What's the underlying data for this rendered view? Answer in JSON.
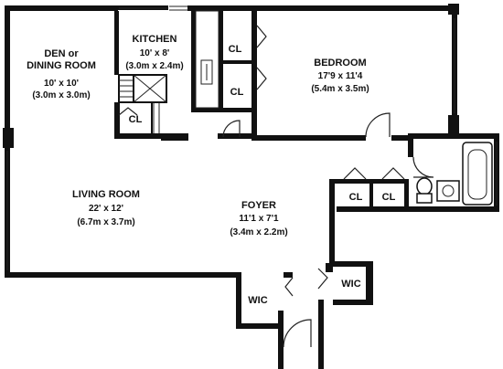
{
  "rooms": {
    "den": {
      "name_line1": "DEN or",
      "name_line2": "DINING ROOM",
      "dim_ft": "10' x 10'",
      "dim_m": "(3.0m x 3.0m)"
    },
    "kitchen": {
      "name": "KITCHEN",
      "dim_ft": "10' x 8'",
      "dim_m": "(3.0m x 2.4m)"
    },
    "bedroom": {
      "name": "BEDROOM",
      "dim_ft": "17'9 x 11'4",
      "dim_m": "(5.4m x 3.5m)"
    },
    "living": {
      "name": "LIVING ROOM",
      "dim_ft": "22' x 12'",
      "dim_m": "(6.7m x 3.7m)"
    },
    "foyer": {
      "name": "FOYER",
      "dim_ft": "11'1 x 7'1",
      "dim_m": "(3.4m x 2.2m)"
    }
  },
  "closets": {
    "cl_kitchen_1": "CL",
    "cl_kitchen_2": "CL",
    "cl_den": "CL",
    "cl_bath_1": "CL",
    "cl_bath_2": "CL",
    "wic_right": "WIC",
    "wic_left": "WIC"
  },
  "icons": {
    "toilet": "toilet-icon",
    "sink": "sink-icon",
    "tub": "bathtub-icon",
    "stove": "stove-icon",
    "stairs": "stairs-icon"
  }
}
